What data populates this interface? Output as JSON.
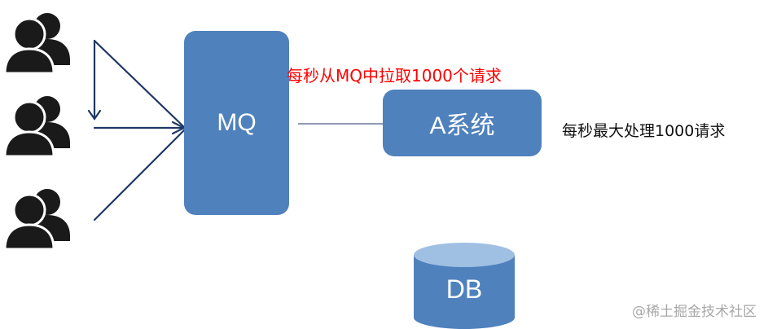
{
  "nodes": {
    "mq": "MQ",
    "system_a": "A系统",
    "db": "DB"
  },
  "labels": {
    "pull_rate": "每秒从MQ中拉取1000个请求",
    "system_capacity": "每秒最大处理1000请求"
  },
  "users": {
    "count": 3,
    "icon": "users-icon"
  },
  "watermark": "@稀土掘金技术社区",
  "colors": {
    "box_fill": "#4f81bd",
    "db_top": "#9fbfe3",
    "arrow": "#1f3864",
    "pull_label": "#ff0000",
    "users": "#1a1a1a"
  }
}
